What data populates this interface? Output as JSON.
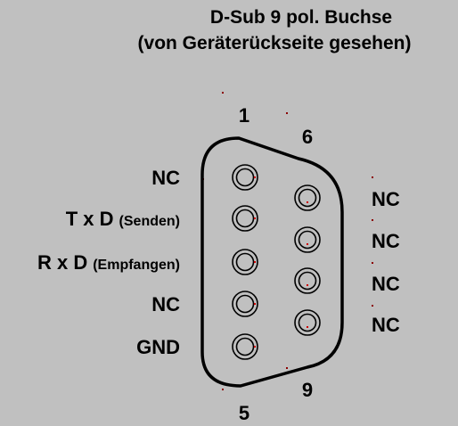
{
  "title": {
    "line1": "D-Sub 9 pol. Buchse",
    "line2": "(von Geräterückseite gesehen)"
  },
  "pin_numbers": {
    "pin1": "1",
    "pin5": "5",
    "pin6": "6",
    "pin9": "9"
  },
  "left_labels": {
    "row1": {
      "main": "NC",
      "sub": ""
    },
    "row2": {
      "main": "T x D",
      "sub": "(Senden)"
    },
    "row3": {
      "main": "R x D",
      "sub": "(Empfangen)"
    },
    "row4": {
      "main": "NC",
      "sub": ""
    },
    "row5": {
      "main": "GND",
      "sub": ""
    }
  },
  "right_labels": {
    "row1": "NC",
    "row2": "NC",
    "row3": "NC",
    "row4": "NC"
  },
  "colors": {
    "background": "#c0c0c0",
    "line": "#000000",
    "marker": "#cc0000",
    "grid_dot": "#8b0000"
  }
}
